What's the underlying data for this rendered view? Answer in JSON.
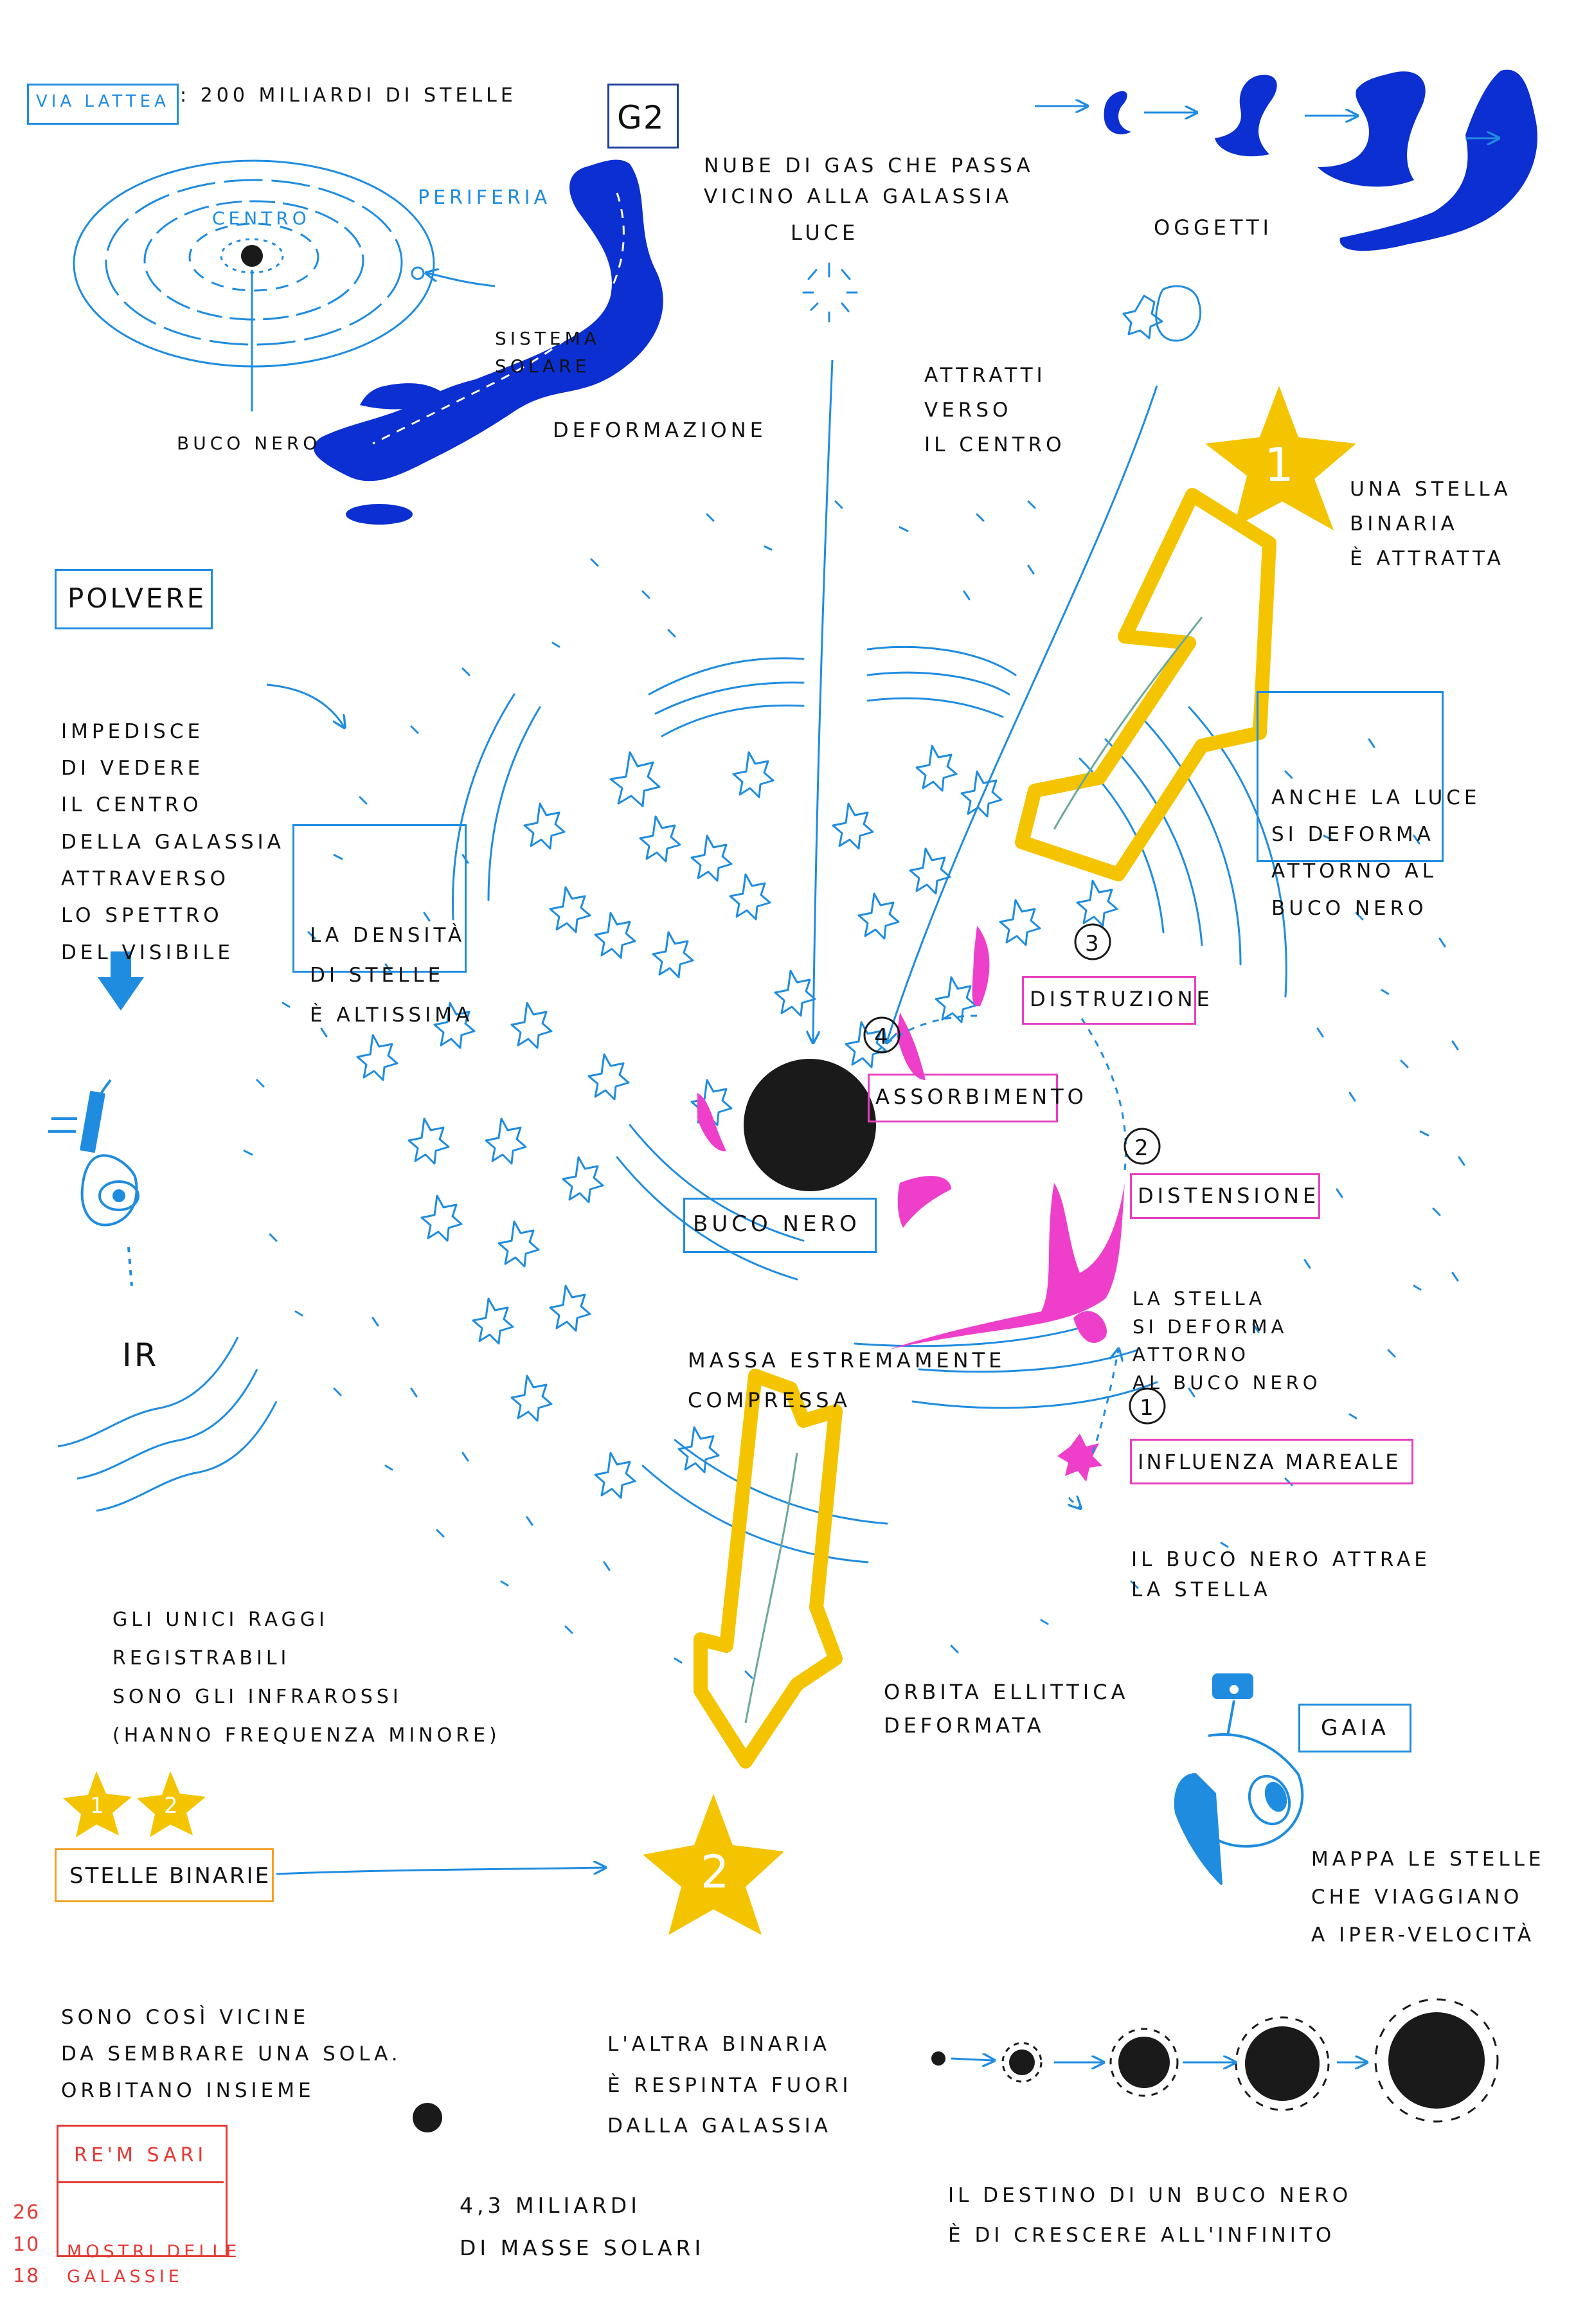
{
  "colors": {
    "light_blue": "#1f8ce0",
    "dark_blue": "#0b2fd1",
    "pink": "#ee3fcb",
    "yellow": "#f5c400",
    "black": "#1a1a1a",
    "red": "#e53935",
    "orange": "#f2a125"
  },
  "icons": [
    "milky-way-sketch",
    "g2-gas-cloud",
    "black-hole",
    "yellow-lightning-arrow",
    "binary-star",
    "telescope-ir",
    "gaia-satellite"
  ],
  "top": {
    "via_lattea_label": "VIA LATTEA",
    "via_lattea_text": ": 200 MILIARDI DI STELLE",
    "centro": "CENTRO",
    "periferia": "PERIFERIA",
    "sistema_solare": [
      "SISTEMA",
      "SOLARE"
    ],
    "buco_nero_small": "BUCO NERO",
    "deformazione": "DEFORMAZIONE",
    "g2_label": "G2",
    "g2_text": [
      "NUBE DI GAS CHE PASSA",
      "VICINO ALLA GALASSIA"
    ]
  },
  "middle": {
    "luce": "LUCE",
    "oggetti": "OGGETTI",
    "attratti": [
      "ATTRATTI",
      "VERSO",
      "IL CENTRO"
    ],
    "stella_binaria": [
      "UNA STELLA",
      "BINARIA",
      "È ATTRATTA"
    ],
    "star_one": "1",
    "polvere": "POLVERE",
    "polvere_text": [
      "IMPEDISCE",
      "DI VEDERE",
      "IL CENTRO",
      "DELLA GALASSIA",
      "ATTRAVERSO",
      "LO SPETTRO",
      "DEL VISIBILE"
    ],
    "densita": [
      "LA DENSITÀ",
      "DI STELLE",
      "È ALTISSIMA"
    ],
    "luce_deforma": [
      "ANCHE LA LUCE",
      "SI DEFORMA",
      "ATTORNO AL",
      "BUCO NERO"
    ],
    "step3": "3",
    "distruzione": "DISTRUZIONE",
    "step4": "4",
    "assorbimento": "ASSORBIMENTO",
    "step2": "2",
    "distensione": "DISTENSIONE",
    "distensione_text": [
      "LA STELLA",
      "SI DEFORMA",
      "ATTORNO",
      "AL BUCO NERO"
    ],
    "buco_nero": "BUCO NERO",
    "massa": [
      "MASSA ESTREMAMENTE",
      "COMPRESSA"
    ],
    "ir": "IR",
    "step1": "1",
    "influenza": "INFLUENZA MAREALE",
    "influenza_text": [
      "IL BUCO NERO ATTRAE",
      "LA STELLA"
    ],
    "raggi": [
      "GLI UNICI RAGGI",
      "REGISTRABILI",
      "SONO GLI INFRAROSSI",
      "(HANNO FREQUENZA MINORE)"
    ],
    "orbita": [
      "ORBITA ELLITTICA",
      "DEFORMATA"
    ],
    "gaia": "GAIA",
    "gaia_text": [
      "MAPPA LE STELLE",
      "CHE VIAGGIANO",
      "A IPER-VELOCITÀ"
    ]
  },
  "bottom": {
    "star_a": "1",
    "star_b": "2",
    "star_two": "2",
    "stelle_binarie": "STELLE BINARIE",
    "stelle_binarie_text": [
      "SONO COSÌ VICINE",
      "DA SEMBRARE UNA SOLA.",
      "ORBITANO INSIEME"
    ],
    "altra_binaria": [
      "L'ALTRA BINARIA",
      "È RESPINTA FUORI",
      "DALLA GALASSIA"
    ],
    "masse": [
      "4,3 MILIARDI",
      "DI MASSE SOLARI"
    ],
    "destino": [
      "IL DESTINO DI UN BUCO NERO",
      "È DI CRESCERE ALL'INFINITO"
    ]
  },
  "signature": {
    "date": [
      "26",
      "10",
      "18"
    ],
    "author": "RE'M SARI",
    "title": [
      "MOSTRI DELLE",
      "GALASSIE"
    ]
  }
}
